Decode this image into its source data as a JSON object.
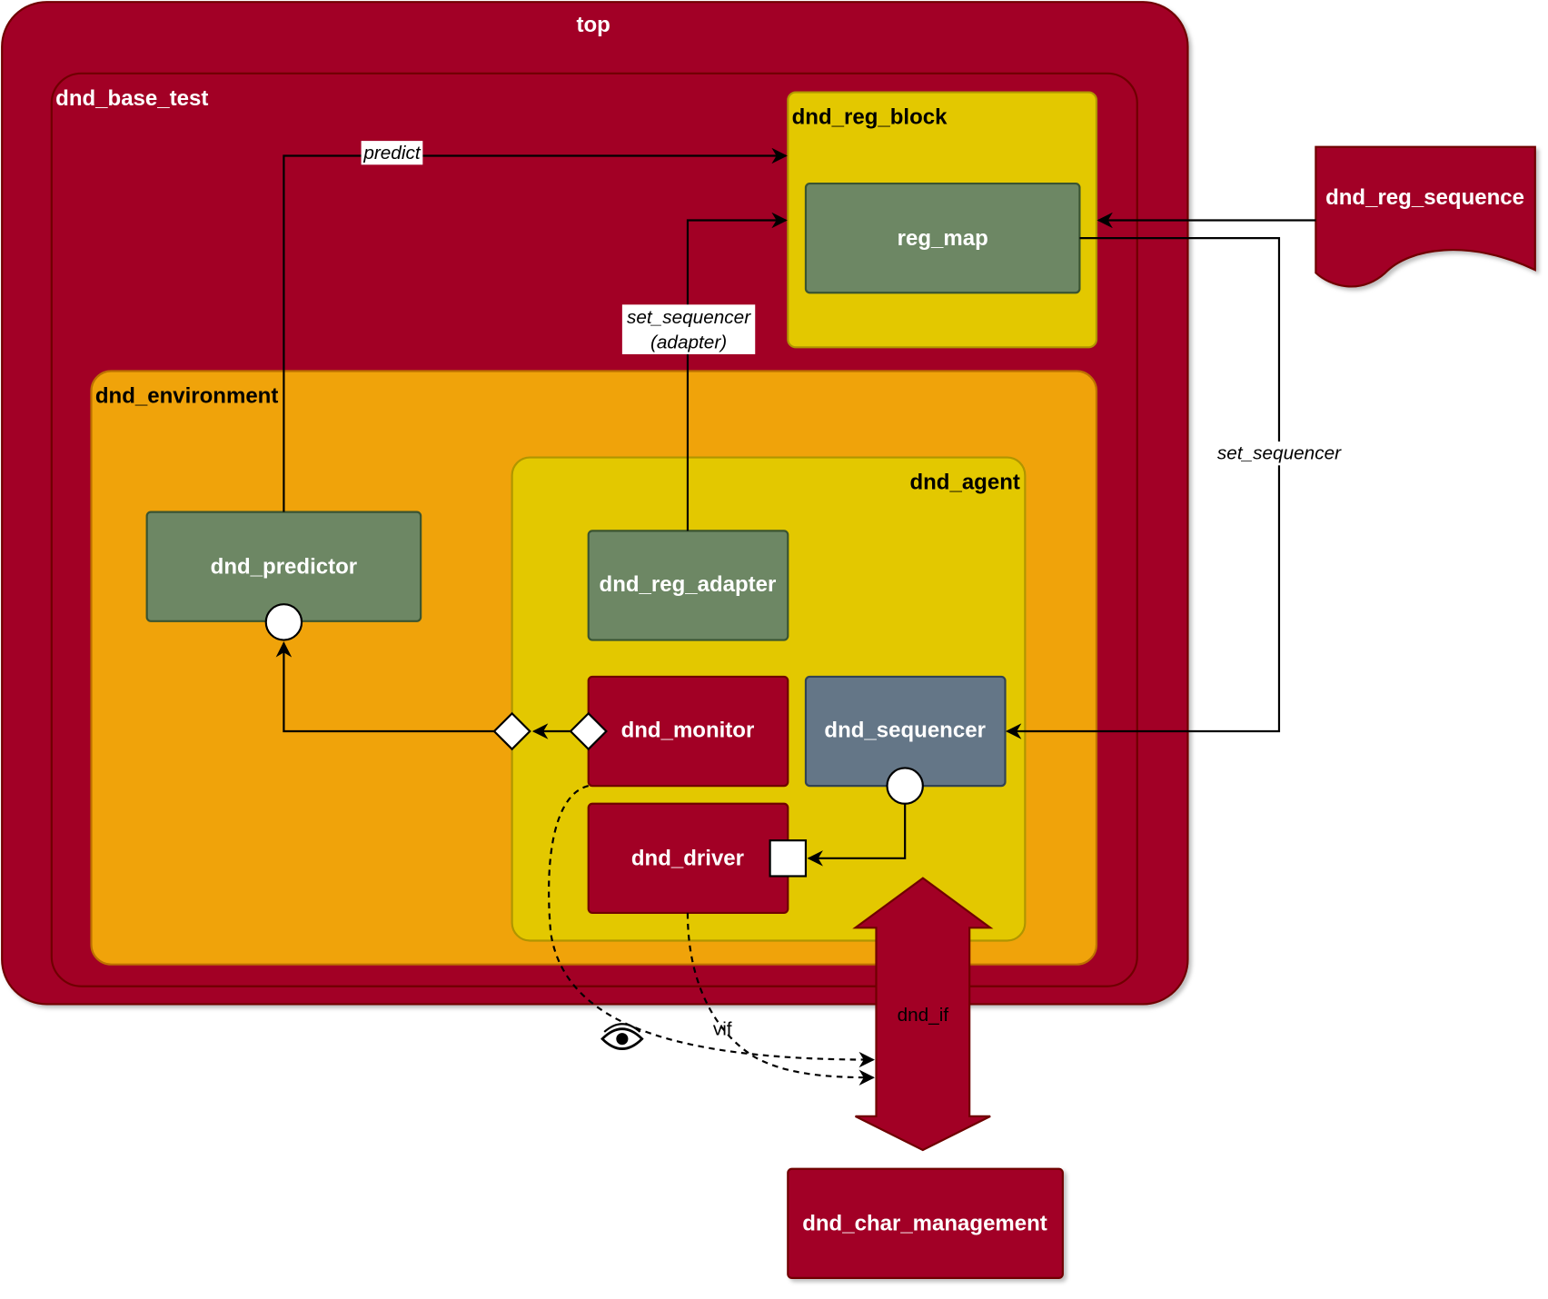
{
  "diagram": {
    "containers": {
      "top": "top",
      "base_test": "dnd_base_test",
      "reg_block": "dnd_reg_block",
      "environment": "dnd_environment",
      "agent": "dnd_agent"
    },
    "components": {
      "reg_map": "reg_map",
      "reg_sequence": "dnd_reg_sequence",
      "predictor": "dnd_predictor",
      "reg_adapter": "dnd_reg_adapter",
      "monitor": "dnd_monitor",
      "sequencer": "dnd_sequencer",
      "driver": "dnd_driver",
      "interface": "dnd_if",
      "char_management": "dnd_char_management"
    },
    "edge_labels": {
      "predict": "predict",
      "set_sequencer_adapter_line1": "set_sequencer",
      "set_sequencer_adapter_line2": "(adapter)",
      "set_sequencer": "set_sequencer",
      "vif": "vif"
    },
    "colors": {
      "crimson": "#a20025",
      "orange": "#f0a30a",
      "yellow": "#e3c800",
      "green": "#6d8764",
      "slate": "#647687"
    }
  }
}
